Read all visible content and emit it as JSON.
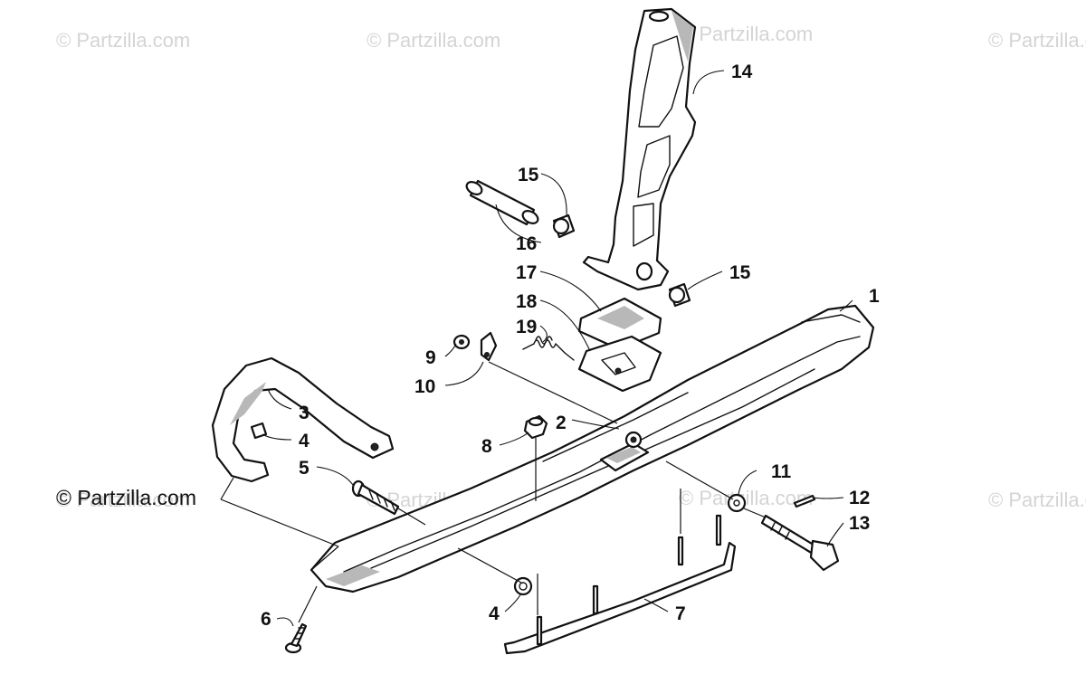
{
  "watermarks": [
    "© Partzilla.com",
    "© Partzilla.com",
    "© Partzilla.com",
    "© Partzilla.com",
    "© Partzilla.com",
    "© Partzilla.com",
    "© Partzilla.com",
    "© Partzilla.com"
  ],
  "credit": "© Partzilla.com",
  "callouts": {
    "c1": "1",
    "c2": "2",
    "c3": "3",
    "c4a": "4",
    "c4b": "4",
    "c5": "5",
    "c6": "6",
    "c7": "7",
    "c8": "8",
    "c9": "9",
    "c10": "10",
    "c11": "11",
    "c12": "12",
    "c13": "13",
    "c14": "14",
    "c15a": "15",
    "c15b": "15",
    "c16": "16",
    "c17": "17",
    "c18": "18",
    "c19": "19"
  }
}
